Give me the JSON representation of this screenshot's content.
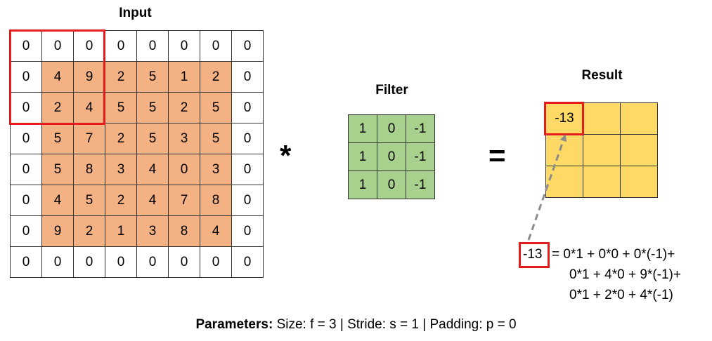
{
  "input": {
    "title": "Input",
    "rows": [
      [
        "0",
        "0",
        "0",
        "0",
        "0",
        "0",
        "0",
        "0"
      ],
      [
        "0",
        "4",
        "9",
        "2",
        "5",
        "1",
        "2",
        "0"
      ],
      [
        "0",
        "2",
        "4",
        "5",
        "5",
        "2",
        "5",
        "0"
      ],
      [
        "0",
        "5",
        "7",
        "2",
        "5",
        "3",
        "5",
        "0"
      ],
      [
        "0",
        "5",
        "8",
        "3",
        "4",
        "0",
        "3",
        "0"
      ],
      [
        "0",
        "4",
        "5",
        "2",
        "4",
        "7",
        "8",
        "0"
      ],
      [
        "0",
        "9",
        "2",
        "1",
        "3",
        "8",
        "4",
        "0"
      ],
      [
        "0",
        "0",
        "0",
        "0",
        "0",
        "0",
        "0",
        "0"
      ]
    ]
  },
  "filter": {
    "title": "Filter",
    "rows": [
      [
        "1",
        "0",
        "-1"
      ],
      [
        "1",
        "0",
        "-1"
      ],
      [
        "1",
        "0",
        "-1"
      ]
    ]
  },
  "result": {
    "title": "Result",
    "rows": [
      [
        "-13",
        "",
        ""
      ],
      [
        "",
        "",
        ""
      ],
      [
        "",
        "",
        ""
      ]
    ]
  },
  "operators": {
    "convolve": "*",
    "equals": "="
  },
  "formula": {
    "value": "-13",
    "lines": [
      "= 0*1 + 0*0 + 0*(-1)+",
      "0*1 + 4*0 + 9*(-1)+",
      "0*1 + 2*0 + 4*(-1)"
    ]
  },
  "parameters": {
    "label": "Parameters:",
    "text": "Size: f = 3 | Stride: s = 1 | Padding: p = 0"
  },
  "colors": {
    "highlight": "#e51c1c",
    "input_core": "#f4b183",
    "filter": "#a9d18e",
    "result": "#ffd966",
    "arrow": "#8c8c8c"
  }
}
